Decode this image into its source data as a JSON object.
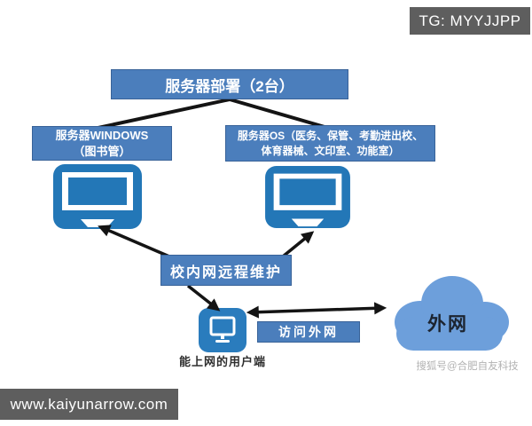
{
  "badges": {
    "tg_label": "TG: MYYJJPP",
    "website": "www.kaiyunarrow.com",
    "watermark": "搜狐号@合肥自友科技"
  },
  "diagram": {
    "top_box": "服务器部署（2台）",
    "left_box_line1": "服务器WINDOWS",
    "left_box_line2": "（图书管）",
    "right_box_line1": "服务器OS（医务、保管、考勤进出校、",
    "right_box_line2": "体育器械、文印室、功能室）",
    "middle_box": "校内网远程维护",
    "client_label": "能上网的用户端",
    "access_label": "访问外网",
    "cloud_label": "外网"
  },
  "icons": {
    "left_monitor": "monitor-icon",
    "right_monitor": "monitor-icon",
    "client": "client-terminal-icon",
    "cloud": "cloud-icon"
  },
  "colors": {
    "box_blue": "#4b7ebc",
    "monitor_blue": "#2377b7",
    "client_blue": "#2a7cbd",
    "cloud_blue": "#6d9fdb",
    "bar_gray": "#5e5e5e",
    "arrow_black": "#141414"
  }
}
